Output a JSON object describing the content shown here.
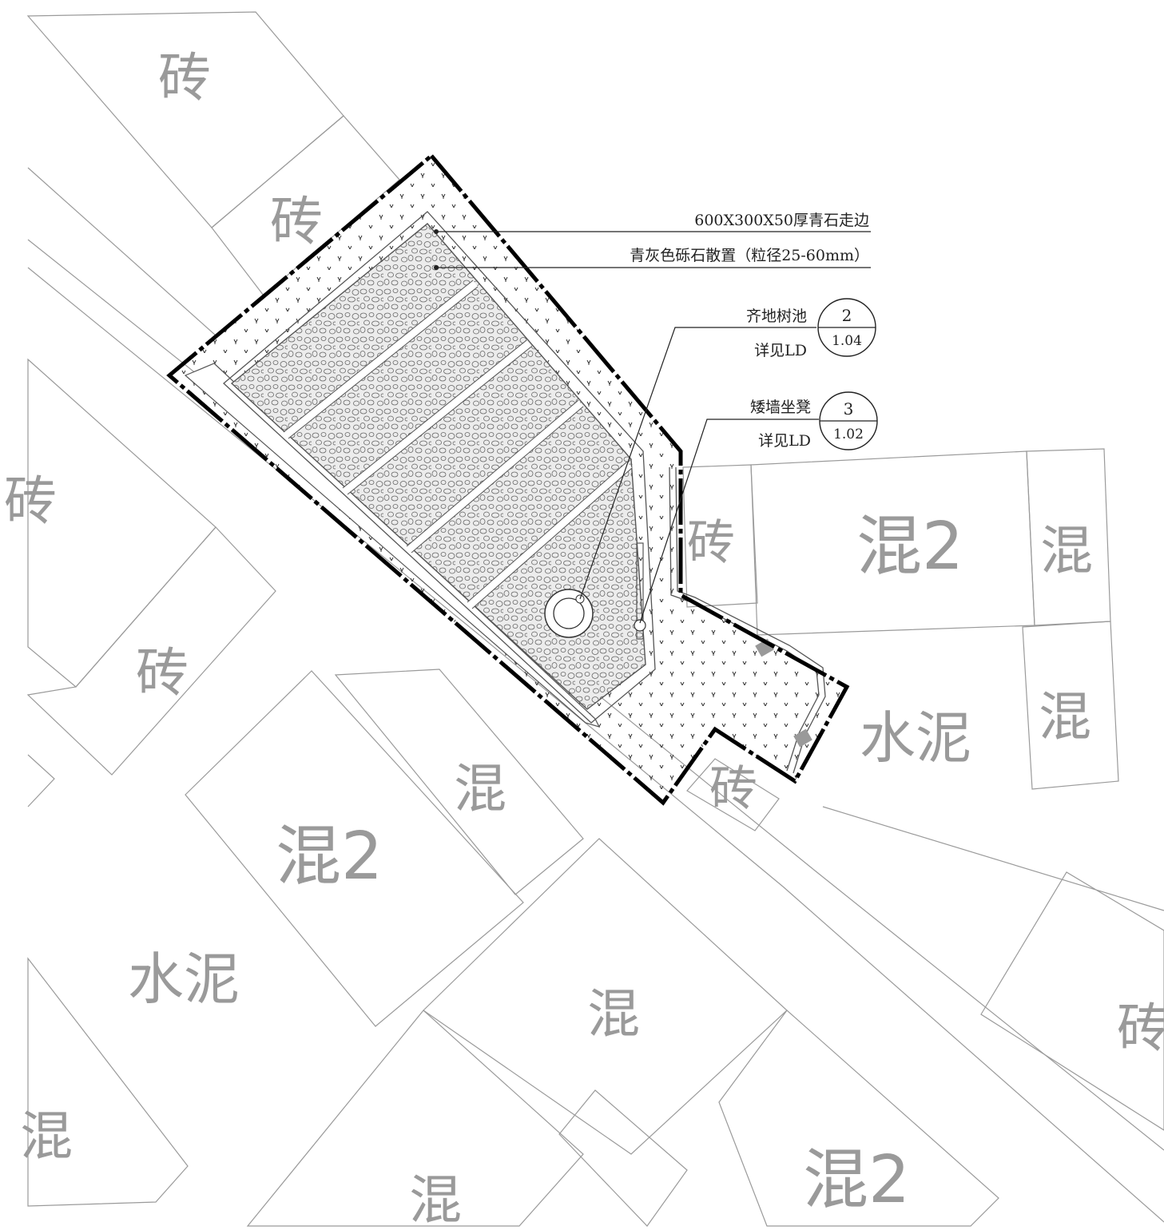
{
  "buildings": {
    "top_brick_1": "砖",
    "top_brick_2": "砖",
    "left_brick_partial": "砖",
    "left_brick_lower": "砖",
    "right_brick_small": "砖",
    "right_concrete2": "混2",
    "right_concrete_end": "混",
    "right_concrete_lower": "混",
    "right_cement": "水泥",
    "bottom_brick": "砖",
    "mid_concrete": "混",
    "mid_concrete2": "混2",
    "left_cement": "水泥",
    "lower_concrete": "混",
    "lower_left_concrete": "混",
    "bottom_concrete": "混",
    "bottom_concrete2": "混2",
    "far_right_brick": "砖"
  },
  "annotations": {
    "edging": "600X300X50厚青石走边",
    "gravel": "青灰色砾石散置（粒径25-60mm）",
    "tree_pit": "齐地树池",
    "tree_pit_ref": "详见LD",
    "bench": "矮墙坐凳",
    "bench_ref": "详见LD"
  },
  "detail_refs": {
    "tree_pit": {
      "number": "2",
      "sheet": "1.04"
    },
    "bench": {
      "number": "3",
      "sheet": "1.02"
    }
  },
  "colors": {
    "context_lines": "#9a9a9a",
    "site_outline": "#000000",
    "gravel_fill": "#ececec"
  }
}
